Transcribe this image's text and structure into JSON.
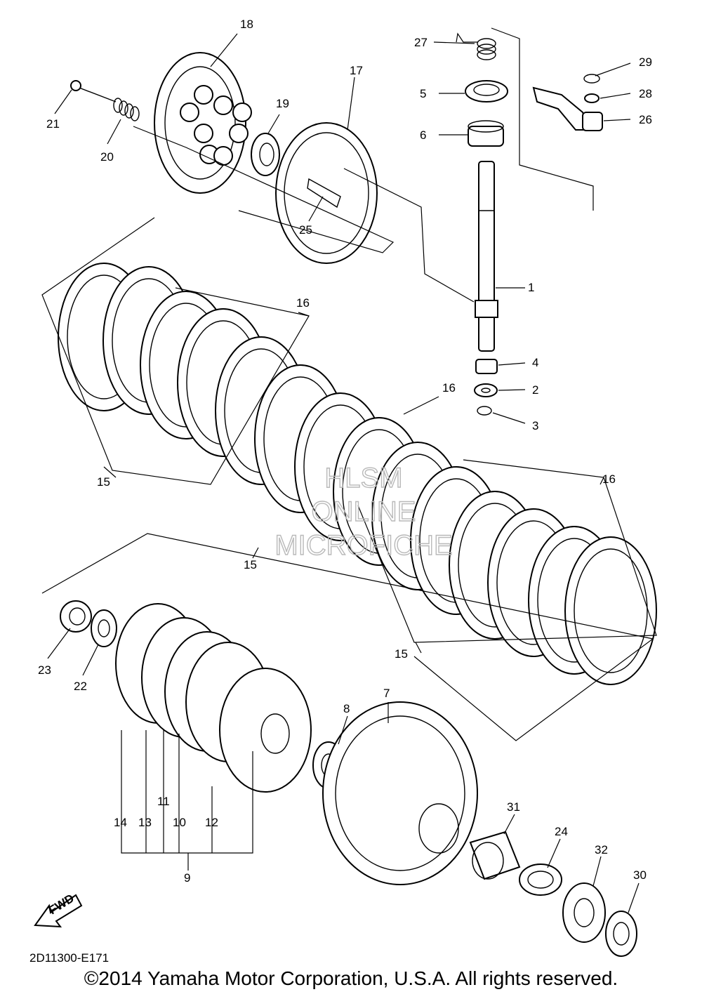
{
  "diagram": {
    "code": "2D11300-E171",
    "fwd_label": "FWD",
    "watermark": [
      "HLSM",
      "ONLINE",
      "MICROFICHE"
    ],
    "copyright": "©2014 Yamaha Motor Corporation, U.S.A. All rights reserved.",
    "callouts": {
      "n1": "1",
      "n2": "2",
      "n3": "3",
      "n4": "4",
      "n5": "5",
      "n6": "6",
      "n7": "7",
      "n8": "8",
      "n9": "9",
      "n10": "10",
      "n11": "11",
      "n12": "12",
      "n13": "13",
      "n14": "14",
      "n15a": "15",
      "n15b": "15",
      "n15c": "15",
      "n16a": "16",
      "n16b": "16",
      "n16c": "16",
      "n17": "17",
      "n18": "18",
      "n19": "19",
      "n20": "20",
      "n21": "21",
      "n22": "22",
      "n23": "23",
      "n24": "24",
      "n25": "25",
      "n26": "26",
      "n27": "27",
      "n28": "28",
      "n29": "29",
      "n30": "30",
      "n31": "31",
      "n32": "32"
    }
  }
}
